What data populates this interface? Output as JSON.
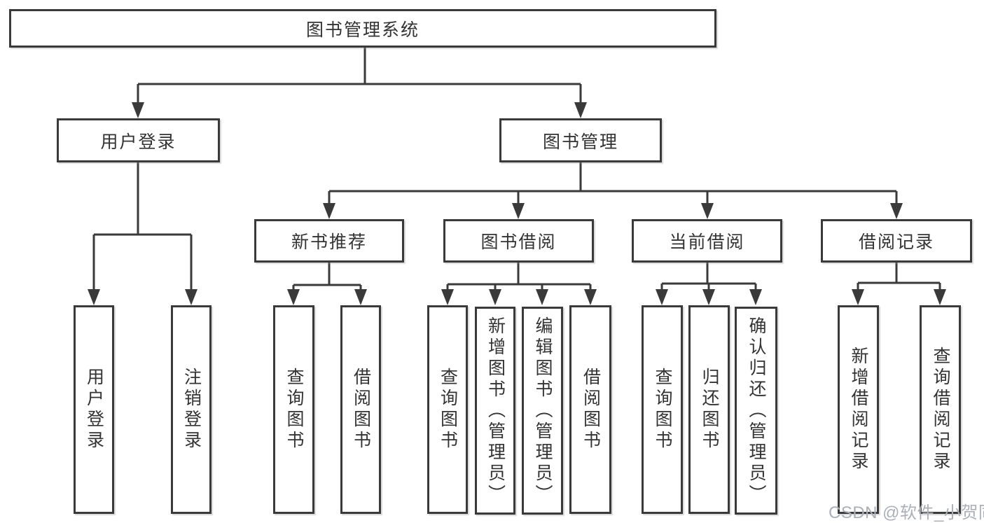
{
  "diagram": {
    "title": "图书管理系统",
    "type": "functional-structure-tree",
    "tree": {
      "root": {
        "label": "图书管理系统",
        "children": [
          {
            "label": "用户登录",
            "children": [
              {
                "label": "用户登录"
              },
              {
                "label": "注销登录"
              }
            ]
          },
          {
            "label": "图书管理",
            "children": [
              {
                "label": "新书推荐",
                "children": [
                  {
                    "label": "查询图书"
                  },
                  {
                    "label": "借阅图书"
                  }
                ]
              },
              {
                "label": "图书借阅",
                "children": [
                  {
                    "label": "查询图书"
                  },
                  {
                    "label": "新增图书（管理员）"
                  },
                  {
                    "label": "编辑图书（管理员）"
                  },
                  {
                    "label": "借阅图书"
                  }
                ]
              },
              {
                "label": "当前借阅",
                "children": [
                  {
                    "label": "查询图书"
                  },
                  {
                    "label": "归还图书"
                  },
                  {
                    "label": "确认归还（管理员）"
                  }
                ]
              },
              {
                "label": "借阅记录",
                "children": [
                  {
                    "label": "新增借阅记录"
                  },
                  {
                    "label": "查询借阅记录"
                  }
                ]
              }
            ]
          }
        ]
      }
    },
    "colors": {
      "line": "#3a3a3a",
      "box_border": "#3a3a3a",
      "box_fill": "#ffffff",
      "text": "#333333",
      "background": "#ffffff",
      "watermark": "#aab0ba"
    }
  },
  "watermark": {
    "text": "CSDN @软件_小贺同学"
  }
}
